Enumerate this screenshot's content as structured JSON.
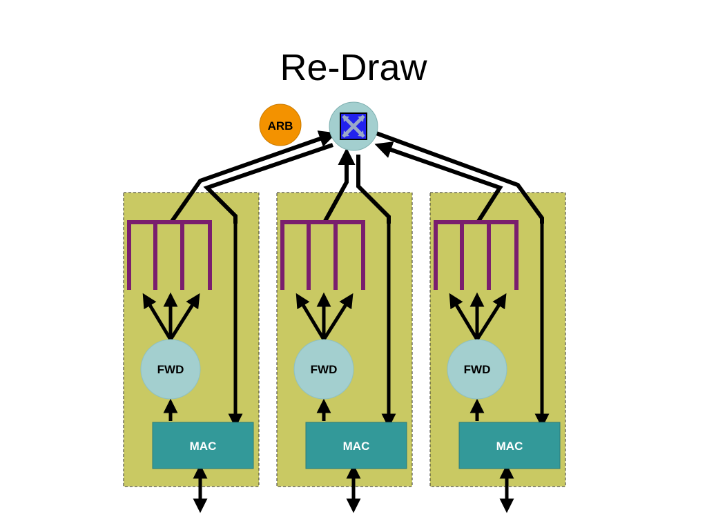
{
  "title": "Re-Draw",
  "arbiter": {
    "label": "ARB",
    "color": "#f39200"
  },
  "crossbar": {
    "icon": "crossbar-switch-icon",
    "color": "#2222ee",
    "node_color": "#a3cfcf"
  },
  "ports": [
    {
      "fwd_label": "FWD",
      "mac_label": "MAC"
    },
    {
      "fwd_label": "FWD",
      "mac_label": "MAC"
    },
    {
      "fwd_label": "FWD",
      "mac_label": "MAC"
    }
  ],
  "colors": {
    "port_box": "#c9c963",
    "fwd": "#a3cfcf",
    "mac": "#339999",
    "queues": "#7a1e6e"
  }
}
